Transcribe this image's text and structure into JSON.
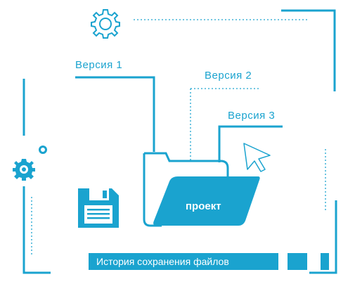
{
  "colors": {
    "accent": "#1aa3cf",
    "background": "#ffffff",
    "label_text": "#ffffff"
  },
  "versions": [
    {
      "label": "Версия 1"
    },
    {
      "label": "Версия 2"
    },
    {
      "label": "Версия 3"
    }
  ],
  "folder": {
    "label": "проект"
  },
  "footer": {
    "label": "История сохранения файлов"
  },
  "icons": [
    "gear-outline-icon",
    "gear-icon",
    "floppy-disk-icon",
    "folder-icon",
    "cursor-arrow-icon"
  ]
}
